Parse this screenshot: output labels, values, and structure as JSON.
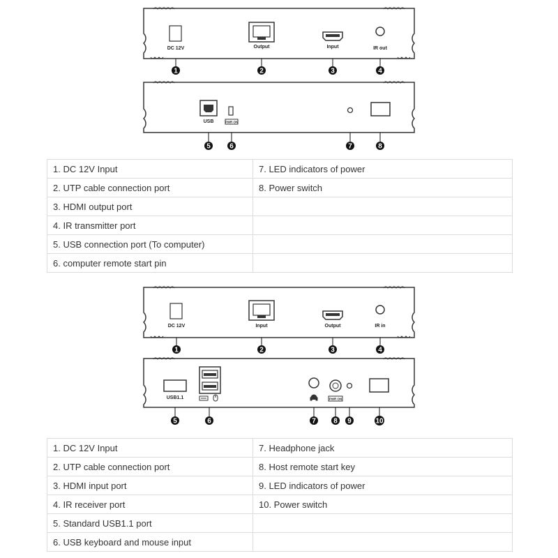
{
  "transmitter": {
    "front_ports": {
      "dc": "DC 12V",
      "output": "Output",
      "input": "Input",
      "ir": "IR out"
    },
    "back_ports": {
      "usb": "USB",
      "pwr": "PWR ON"
    },
    "callouts": [
      "1",
      "2",
      "3",
      "4",
      "5",
      "6",
      "7",
      "8"
    ],
    "legend_left": [
      "1. DC 12V Input",
      "2. UTP cable connection port",
      "3. HDMI output port",
      "4. IR transmitter port",
      "5. USB connection port (To computer)",
      "6. computer remote start pin"
    ],
    "legend_right": [
      "7. LED indicators of power",
      "8. Power switch",
      "",
      "",
      "",
      ""
    ]
  },
  "receiver": {
    "front_ports": {
      "dc": "DC 12V",
      "input": "Input",
      "output": "Output",
      "ir": "IR in"
    },
    "back_ports": {
      "usb": "USB1.1",
      "pwr": "PWR ON"
    },
    "callouts": [
      "1",
      "2",
      "3",
      "4",
      "5",
      "6",
      "7",
      "8",
      "9",
      "10"
    ],
    "legend_left": [
      "1. DC 12V Input",
      "2. UTP cable connection port",
      "3. HDMI input port",
      "4. IR receiver port",
      "5. Standard USB1.1 port",
      "6. USB keyboard and mouse input"
    ],
    "legend_right": [
      "7. Headphone jack",
      "8. Host remote start key",
      "9. LED indicators of power",
      "10. Power switch",
      "",
      ""
    ]
  }
}
